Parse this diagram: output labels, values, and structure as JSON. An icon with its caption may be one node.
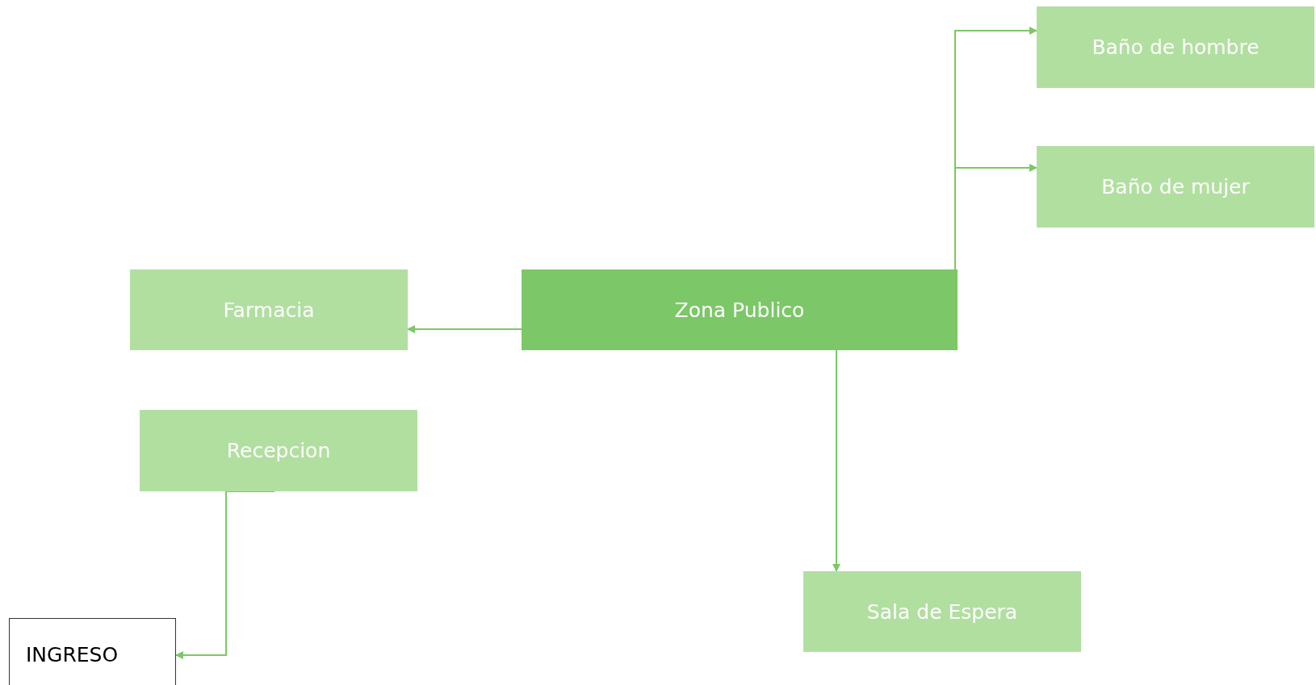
{
  "diagram": {
    "nodes": [
      {
        "text": [
          "Baño de hombre"
        ]
      },
      {
        "text": [
          "Baño de mujer"
        ]
      },
      {
        "text": [
          "Farmacia"
        ]
      },
      {
        "text": [
          "Zona Publico"
        ]
      },
      {
        "text": [
          "Recepcion"
        ]
      },
      {
        "text": [
          "Sala de Espera"
        ]
      },
      {
        "text": [
          "INGRESO"
        ]
      }
    ],
    "edges": [
      {
        "from": 3,
        "to": 0,
        "arrow": "to"
      },
      {
        "from": 3,
        "to": 1,
        "arrow": "to"
      },
      {
        "from": 3,
        "to": 2,
        "arrow": "to"
      },
      {
        "from": 3,
        "to": 5,
        "arrow": "to"
      },
      {
        "from": 4,
        "to": 6,
        "arrow": "to"
      }
    ]
  }
}
